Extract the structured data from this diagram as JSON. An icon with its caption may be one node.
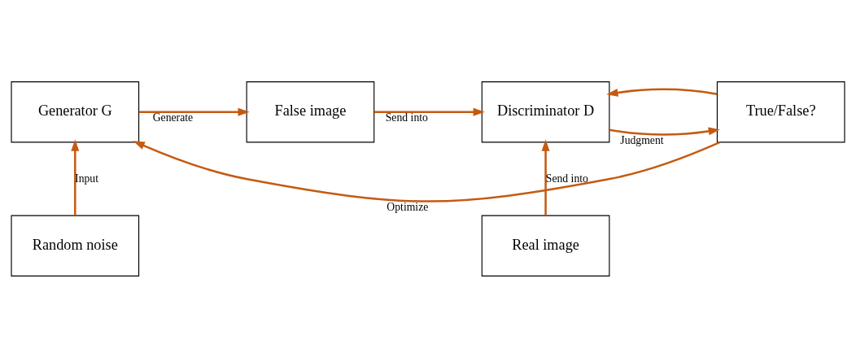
{
  "diagram": {
    "nodes": [
      {
        "text": [
          "Generator G"
        ]
      },
      {
        "text": [
          "False image"
        ]
      },
      {
        "text": [
          "Discriminator D"
        ]
      },
      {
        "text": [
          "True/False?"
        ]
      },
      {
        "text": [
          "Random noise"
        ]
      },
      {
        "text": [
          "Real image"
        ]
      }
    ],
    "edges": [
      {
        "from": 3,
        "to": 0,
        "arrow": "to",
        "label": "Optimize"
      },
      {
        "from": 3,
        "to": 2,
        "arrow": "to"
      },
      {
        "from": 0,
        "to": 1,
        "arrow": "to",
        "label": "Generate"
      },
      {
        "from": 1,
        "to": 2,
        "arrow": "to",
        "label": "Send into"
      },
      {
        "from": 2,
        "to": 3,
        "arrow": "to",
        "label": "Judgment"
      },
      {
        "from": 4,
        "to": 0,
        "arrow": "to",
        "label": "Input"
      },
      {
        "from": 5,
        "to": 2,
        "arrow": "to",
        "label": "Send into"
      }
    ]
  }
}
